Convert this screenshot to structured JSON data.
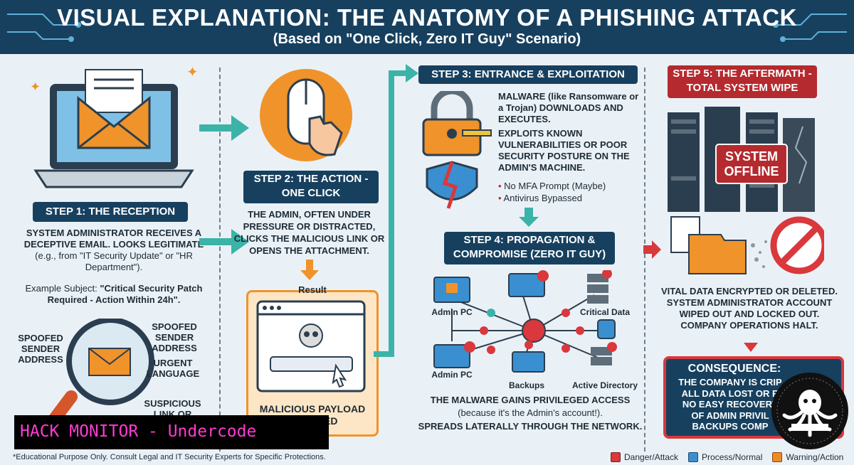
{
  "header": {
    "title": "VISUAL EXPLANATION: THE ANATOMY OF A PHISHING ATTACK",
    "subtitle": "(Based on \"One Click, Zero IT Guy\" Scenario)"
  },
  "step1": {
    "label": "STEP 1: THE RECEPTION",
    "desc_bold": "SYSTEM ADMINISTRATOR RECEIVES A DECEPTIVE EMAIL.",
    "desc_rest": "LOOKS LEGITIMATE",
    "desc_example": "(e.g., from \"IT Security Update\" or \"HR Department\").",
    "subject_prefix": "Example Subject:",
    "subject": "\"Critical Security Patch Required - Action Within 24h\".",
    "callout_spoofed_left": "SPOOFED SENDER ADDRESS",
    "callout_spoofed_right": "SPOOFED SENDER ADDRESS",
    "callout_urgent": "URGENT LANGUAGE",
    "callout_suspicious": "SUSPICIOUS LINK OR"
  },
  "step2": {
    "label": "STEP 2: THE ACTION - ONE CLICK",
    "desc": "THE ADMIN, OFTEN UNDER PRESSURE OR DISTRACTED, CLICKS THE MALICIOUS LINK OR OPENS THE ATTACHMENT.",
    "result_label": "Result",
    "payload": "MALICIOUS PAYLOAD",
    "payload_tail": "ED"
  },
  "step3": {
    "label": "STEP 3: ENTRANCE & EXPLOITATION",
    "line1": "MALWARE (like Ransomware or a Trojan) DOWNLOADS AND EXECUTES.",
    "line2": "EXPLOITS KNOWN VULNERABILITIES OR POOR SECURITY POSTURE ON THE ADMIN'S MACHINE.",
    "bullets": [
      "No MFA Prompt (Maybe)",
      "Antivirus Bypassed"
    ]
  },
  "step4": {
    "label": "STEP 4: PROPAGATION & COMPROMISE (ZERO IT GUY)",
    "nodes": {
      "admin_pc_top": "Admin PC",
      "critical_data": "Critical Data",
      "admin_pc_bottom": "Admin PC",
      "backups": "Backups",
      "active_directory": "Active Directory"
    },
    "desc_bold": "THE MALWARE GAINS PRIVILEGED ACCESS",
    "desc_paren": "(because it's the Admin's account!).",
    "desc_spread": "SPREADS LATERALLY THROUGH THE NETWORK."
  },
  "step5": {
    "label": "STEP 5: THE AFTERMATH - TOTAL SYSTEM WIPE",
    "offline": "SYSTEM OFFLINE",
    "desc": "VITAL DATA ENCRYPTED OR DELETED. SYSTEM ADMINISTRATOR ACCOUNT WIPED OUT AND LOCKED OUT. COMPANY OPERATIONS HALT.",
    "consequence_title": "CONSEQUENCE:",
    "consequence_lines": [
      "THE COMPANY IS CRIP",
      "ALL DATA LOST OR R",
      "NO EASY RECOVERY",
      "OF ADMIN PRIVIL",
      "BACKUPS COMP"
    ]
  },
  "footer": {
    "disclaimer": "*Educational Purpose Only. Consult Legal and IT Security Experts for Specific Protections.",
    "watermark": "HACK MONITOR - Undercode",
    "legend": [
      {
        "label": "Danger/Attack",
        "color": "#d9383c"
      },
      {
        "label": "Process/Normal",
        "color": "#3a8fd0"
      },
      {
        "label": "Warning/Action",
        "color": "#f08a24"
      }
    ]
  },
  "colors": {
    "navy": "#17405f",
    "red": "#b42a2e",
    "orange": "#f08a24",
    "teal": "#3bb3a8",
    "bg": "#eaf1f6"
  }
}
